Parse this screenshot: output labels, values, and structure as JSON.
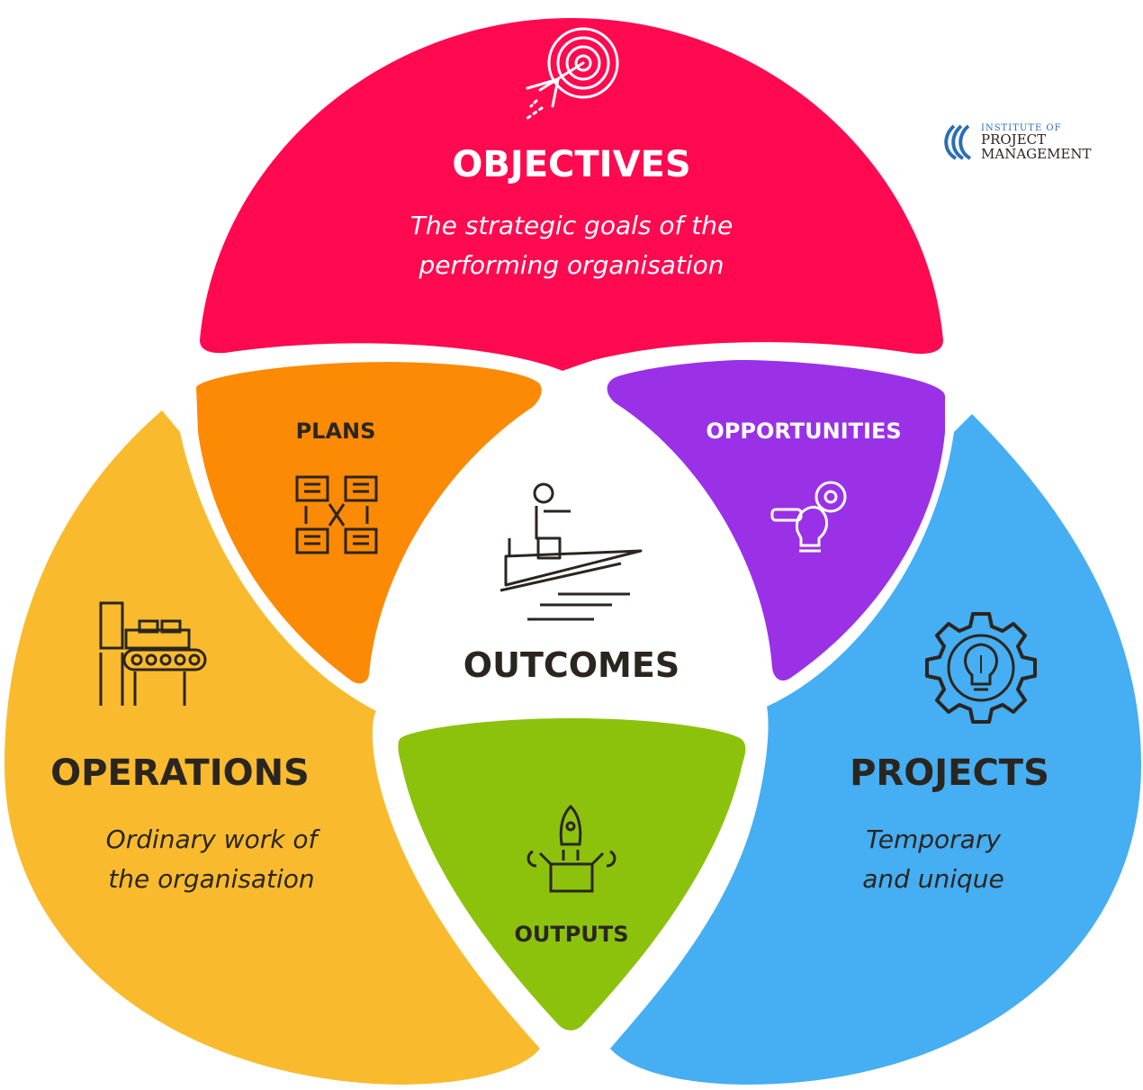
{
  "logo": {
    "line1": "INSTITUTE OF",
    "line2": "PROJECT",
    "line3": "MANAGEMENT"
  },
  "objectives": {
    "title": "OBJECTIVES",
    "subtitle_line1": "The strategic goals of the",
    "subtitle_line2": "performing organisation",
    "color": "#ff0a50",
    "icon": "target-arrow-icon"
  },
  "operations": {
    "title": "OPERATIONS",
    "subtitle_line1": "Ordinary work of",
    "subtitle_line2": "the organisation",
    "color": "#f9bb2d",
    "icon": "conveyor-belt-icon"
  },
  "projects": {
    "title": "PROJECTS",
    "subtitle_line1": "Temporary",
    "subtitle_line2": "and unique",
    "color": "#46aef2",
    "icon": "gear-lightbulb-icon"
  },
  "plans": {
    "title": "PLANS",
    "color": "#fd8a05",
    "icon": "document-flow-icon"
  },
  "opportunities": {
    "title": "OPPORTUNITIES",
    "color": "#9a31e6",
    "icon": "idea-gear-icon"
  },
  "outputs": {
    "title": "OUTPUTS",
    "color": "#8cc20c",
    "icon": "rocket-box-icon"
  },
  "outcomes": {
    "title": "OUTCOMES",
    "icon": "paper-plane-rider-icon"
  },
  "colors": {
    "text_dark": "#2b2520",
    "logo_blue": "#2b6fb5"
  }
}
